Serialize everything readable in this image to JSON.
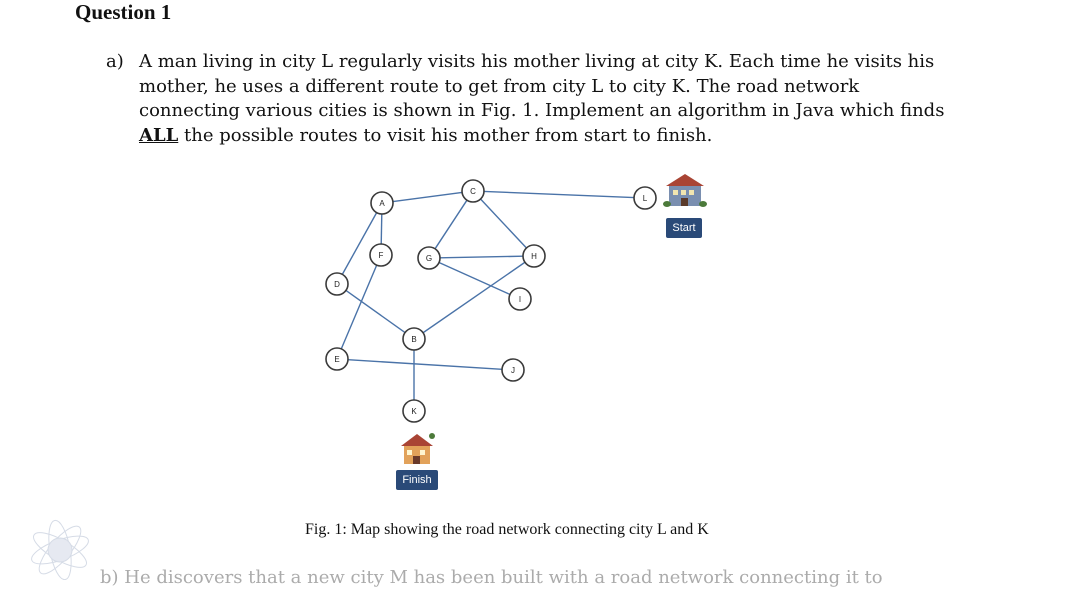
{
  "document": {
    "heading": "Question 1",
    "part_a_label": "a)",
    "part_a_lines": [
      "A man living in city L regularly visits his mother living at city K. Each time he visits his",
      "mother, he uses a different route to get from city L to city K.   The road network",
      "connecting various cities is shown in Fig. 1. Implement an algorithm in Java which finds"
    ],
    "part_a_emphasis": "ALL",
    "part_a_last_line_rest": " the possible routes to visit his mother from start to finish.",
    "caption": "Fig. 1: Map showing the road network connecting city L and K",
    "part_b_cut": "b)  He discovers that a new city M has been built with a road network connecting it to"
  },
  "figure": {
    "nodes": [
      "A",
      "B",
      "C",
      "D",
      "E",
      "F",
      "G",
      "H",
      "I",
      "J",
      "K",
      "L"
    ],
    "edges": [
      [
        "A",
        "C"
      ],
      [
        "C",
        "L"
      ],
      [
        "A",
        "F"
      ],
      [
        "A",
        "D"
      ],
      [
        "C",
        "G"
      ],
      [
        "C",
        "H"
      ],
      [
        "G",
        "H"
      ],
      [
        "G",
        "I"
      ],
      [
        "F",
        "E"
      ],
      [
        "D",
        "B"
      ],
      [
        "H",
        "B"
      ],
      [
        "B",
        "K"
      ],
      [
        "E",
        "J"
      ]
    ],
    "start_label": "Start",
    "finish_label": "Finish",
    "start_icon": "house-icon",
    "finish_icon": "house-icon",
    "tag_color": "#2a4a78"
  }
}
